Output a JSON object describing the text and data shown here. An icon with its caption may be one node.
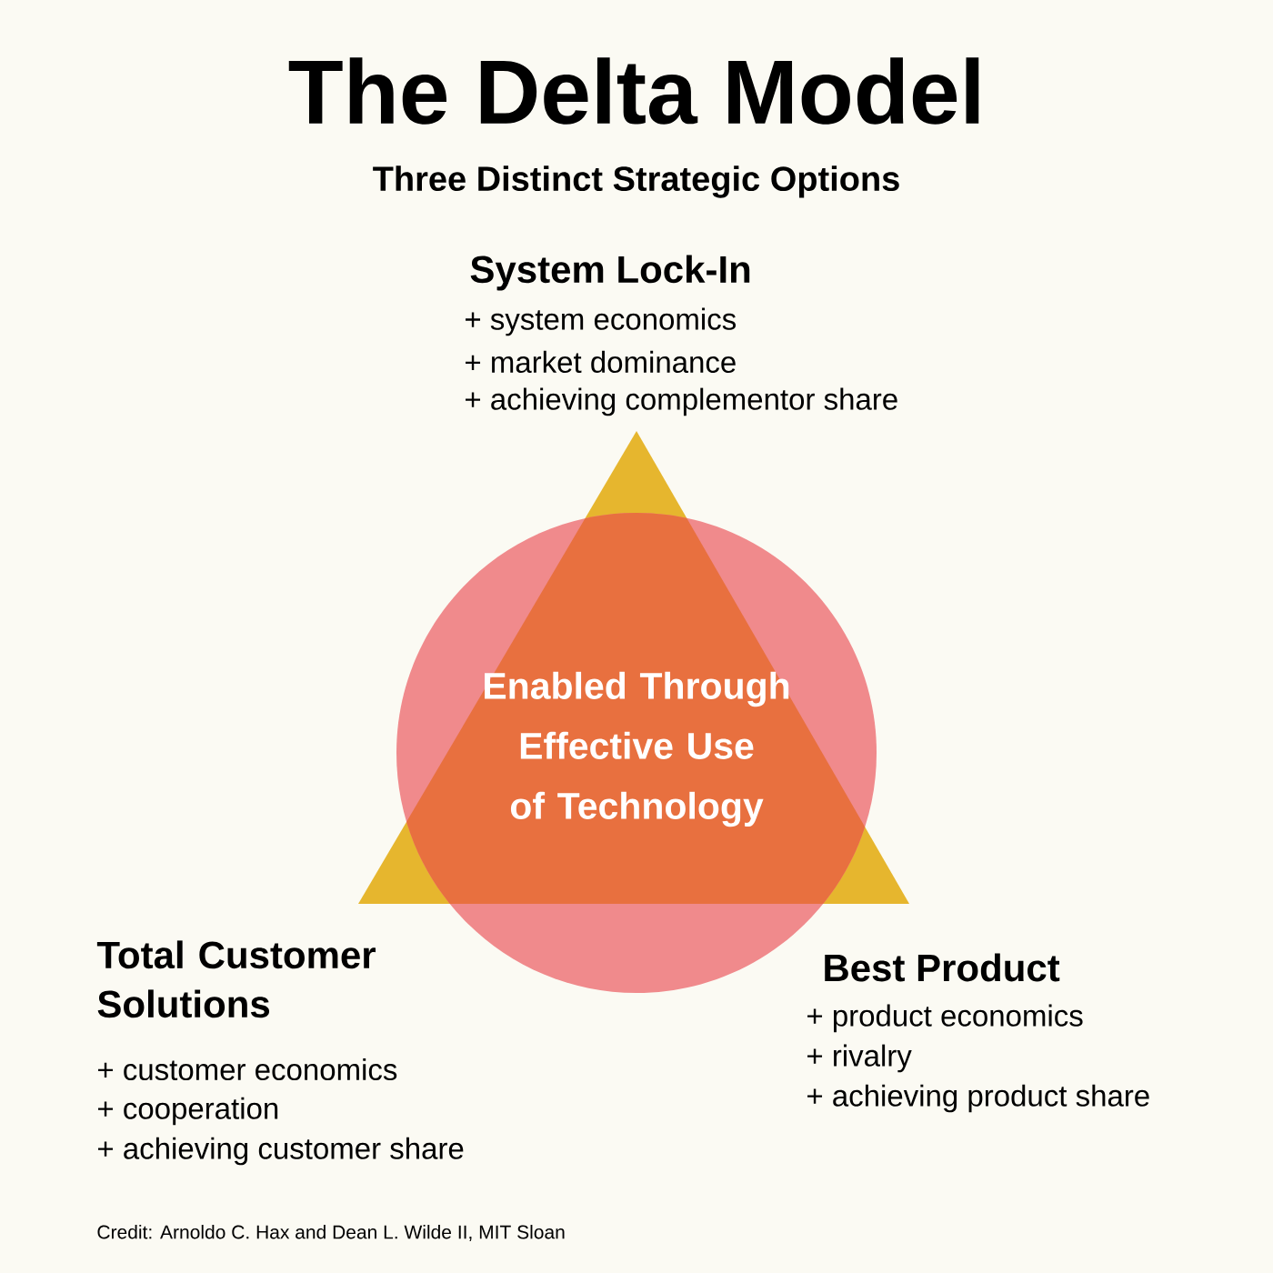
{
  "diagram": {
    "title": "The Delta Model",
    "nodes": [
      {
        "text": [],
        "shape": "triangle"
      },
      {
        "text": [
          "Enabled Through Effective Use of Technology"
        ]
      }
    ],
    "labels": [
      "Three Distinct Strategic Options",
      "System Lock-In",
      "+ system economics",
      "+ market dominance",
      "+ achieving complementor share",
      "Total Customer Solutions",
      "+ customer economics",
      "+ cooperation",
      "+ achieving customer share",
      "Best Product",
      "+ product economics",
      "+ rivalry",
      "+ achieving product share",
      "Credit: Arnoldo C. Hax and Dean L. Wilde II, MIT Sloan"
    ]
  }
}
